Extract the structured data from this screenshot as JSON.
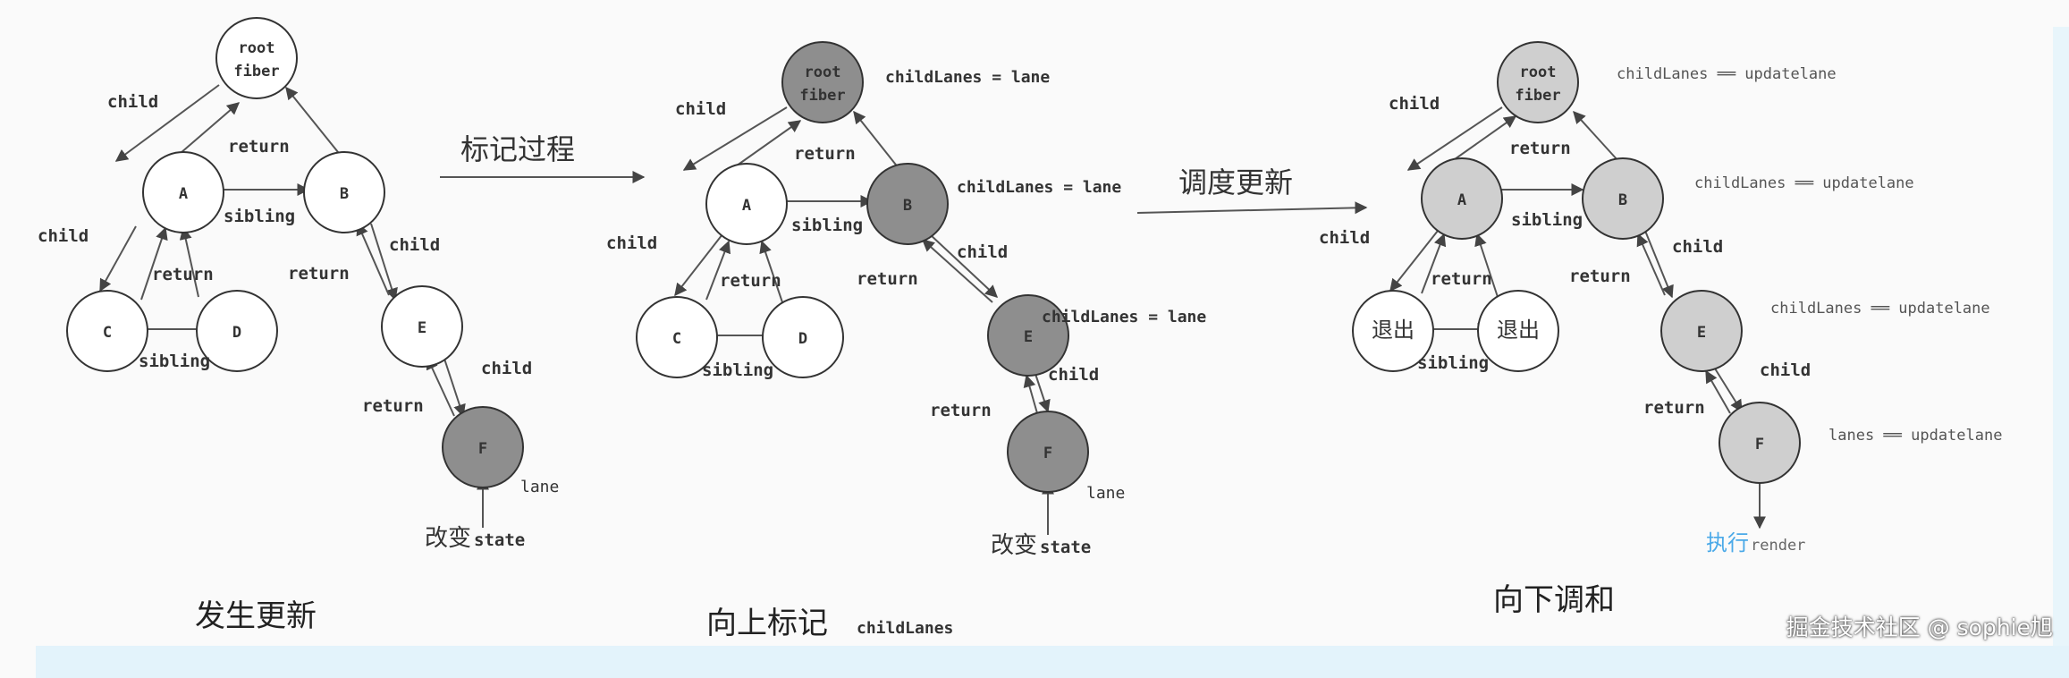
{
  "arrows": {
    "mark_process": "标记过程",
    "schedule_update": "调度更新"
  },
  "captions": {
    "panel1": "发生更新",
    "panel2_cn": "向上标记",
    "panel2_code": "childLanes",
    "panel3": "向下调和"
  },
  "nodes": {
    "root": [
      "root",
      "fiber"
    ],
    "A": "A",
    "B": "B",
    "C": "C",
    "D": "D",
    "E": "E",
    "F": "F",
    "exit": "退出"
  },
  "edges": {
    "child": "child",
    "return": "return",
    "sibling": "sibling"
  },
  "labels": {
    "lane": "lane",
    "change_state_cn": "改变",
    "change_state_code": "state",
    "childlanes_eq_lane": "childLanes = lane",
    "childlanes_eqeq_updatelane": "childLanes ══ updatelane",
    "lanes_eqeq_updatelane": "lanes ══ updatelane",
    "exec_cn": "执行",
    "exec_code": "render"
  },
  "watermark": "掘金技术社区 @ sophie旭",
  "colors": {
    "marked": "#8e8e8e",
    "reconciled": "#cfcfcf",
    "plain": "#ffffff",
    "exec_blue": "#4aa9e8",
    "stroke": "#333333"
  }
}
